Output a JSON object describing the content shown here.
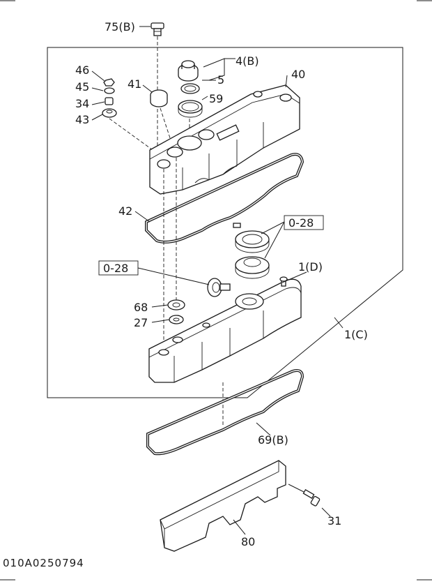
{
  "diagram": {
    "drawing_code": "010A0250794",
    "callouts": {
      "p75b": "75(B)",
      "p4b": "4(B)",
      "p5": "5",
      "p59": "59",
      "p40": "40",
      "p46": "46",
      "p45": "45",
      "p41": "41",
      "p34": "34",
      "p43": "43",
      "p42": "42",
      "p028_top": "0-28",
      "p028_left": "0-28",
      "p1d": "1(D)",
      "p68": "68",
      "p27": "27",
      "p1c": "1(C)",
      "p69b": "69(B)",
      "p31": "31",
      "p80": "80"
    },
    "icons": {
      "bolt": "bolt-icon",
      "cap": "oil-filler-cap-icon",
      "ring": "o-ring-icon",
      "cover": "cylinder-head-cover-icon",
      "gasket": "gasket-icon",
      "bracket": "bracket-icon",
      "valve": "pcv-valve-icon"
    },
    "colors": {
      "line": "#1a1a1a",
      "background": "#ffffff",
      "fill": "#ffffff"
    }
  }
}
